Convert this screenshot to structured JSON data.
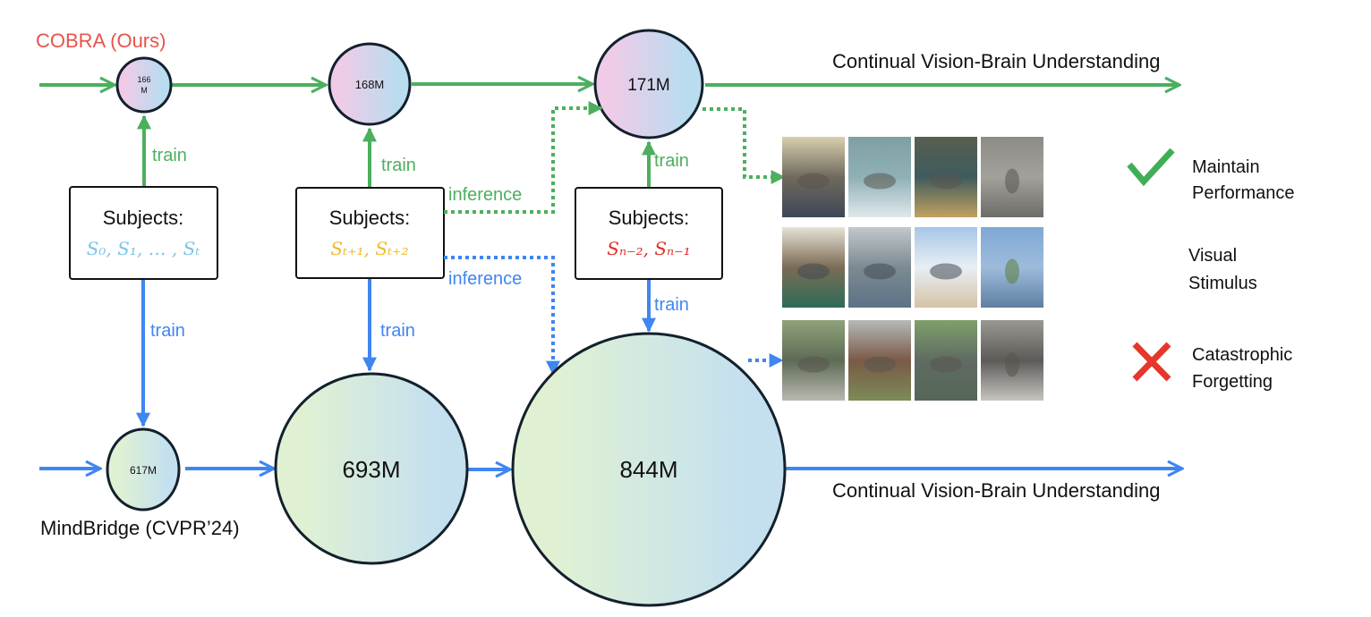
{
  "methods": {
    "cobra": {
      "label": "COBRA (Ours)",
      "color": "#e8534a"
    },
    "mindbridge": {
      "label": "MindBridge (CVPR’24)",
      "color": "#111111"
    }
  },
  "stream_label": "Continual Vision-Brain Understanding",
  "colors": {
    "green": "#4caf5e",
    "blue": "#3f86f0",
    "cobra_grad": [
      "#efcbe8",
      "#b9dcef"
    ],
    "mindbridge_grad": [
      "#e0f1d3",
      "#c4e0ef"
    ],
    "node_stroke": "#13202c",
    "check": "#3fae55",
    "cross": "#e5372b"
  },
  "cobra_nodes": [
    {
      "label_lines": [
        "166",
        "M"
      ],
      "params_m": 166
    },
    {
      "label_lines": [
        "168M"
      ],
      "params_m": 168
    },
    {
      "label_lines": [
        "171M"
      ],
      "params_m": 171
    }
  ],
  "mindbridge_nodes": [
    {
      "label_lines": [
        "617M"
      ],
      "params_m": 617
    },
    {
      "label_lines": [
        "693M"
      ],
      "params_m": 693
    },
    {
      "label_lines": [
        "844M"
      ],
      "params_m": 844
    }
  ],
  "subject_boxes": [
    {
      "title": "Subjects:",
      "subjects": "S₀, S₁, … , Sₜ",
      "color": "#7cc4ea"
    },
    {
      "title": "Subjects:",
      "subjects": "Sₜ₊₁, Sₜ₊₂",
      "color": "#f2b92b"
    },
    {
      "title": "Subjects:",
      "subjects": "Sₙ₋₂, Sₙ₋₁",
      "color": "#e0302a"
    }
  ],
  "edge_labels": {
    "train": "train",
    "inference": "inference"
  },
  "image_rows": [
    {
      "name": "cobra-reconstructions",
      "label_lines": [
        "Maintain",
        "Performance"
      ],
      "status_icon": "check-icon"
    },
    {
      "name": "visual-stimulus",
      "label_lines": [
        "Visual",
        "Stimulus"
      ],
      "status_icon": null
    },
    {
      "name": "mindbridge-reconstructions",
      "label_lines": [
        "Catastrophic",
        "Forgetting"
      ],
      "status_icon": "cross-icon"
    }
  ],
  "image_subjects": [
    "indoor person at desk",
    "boat on water",
    "airplane on beach",
    "bird on branch"
  ]
}
